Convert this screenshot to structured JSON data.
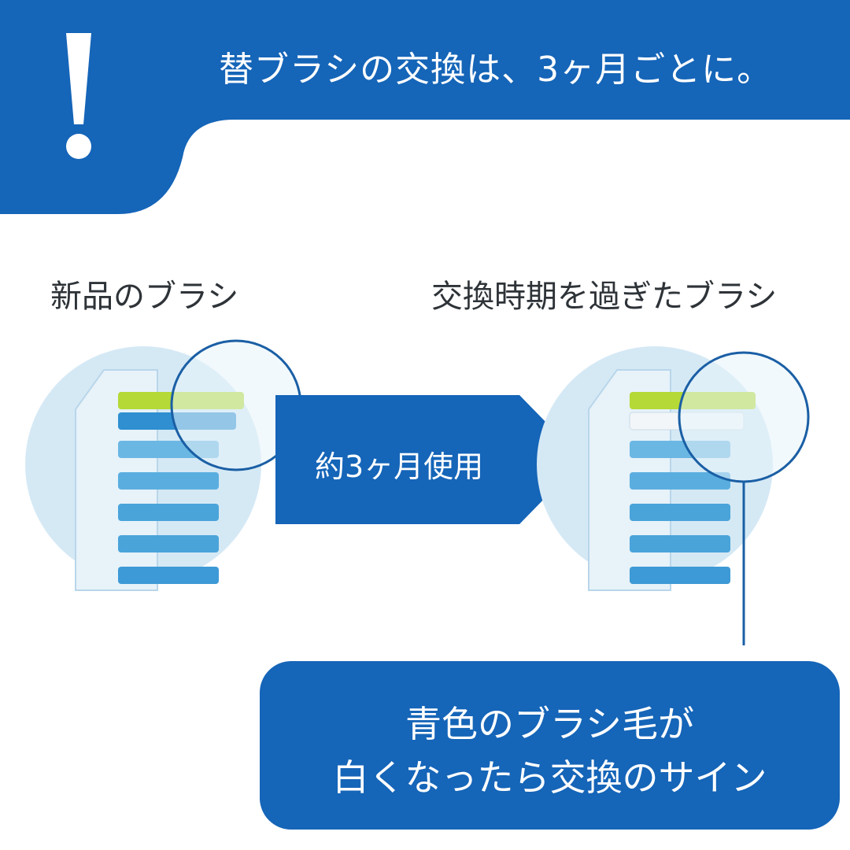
{
  "banner": {
    "icon": "exclamation-icon",
    "text": "替ブラシの交換は、3ヶ月ごとに。"
  },
  "labels": {
    "new_brush": "新品のブラシ",
    "old_brush": "交換時期を過ぎたブラシ"
  },
  "arrow": {
    "text": "約3ヶ月使用"
  },
  "callout": {
    "line1": "青色のブラシ毛が",
    "line2": "白くなったら交換のサイン"
  },
  "colors": {
    "brand_blue": "#1565b8",
    "light_blue_circle": "#d9ecf7",
    "bristle_blue": "#3a9fd8",
    "bristle_green": "#b5d936"
  }
}
